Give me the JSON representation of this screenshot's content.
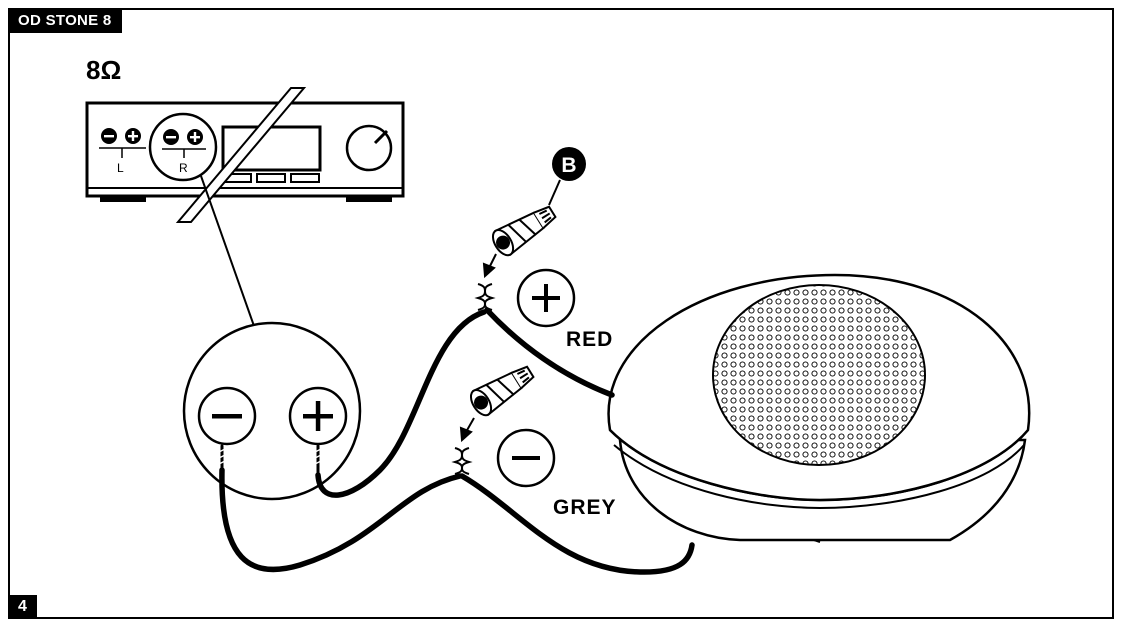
{
  "header": {
    "title": "OD STONE 8"
  },
  "footer": {
    "page_number": "4"
  },
  "impedance": "8Ω",
  "amplifier": {
    "left_label": "L",
    "right_label": "R"
  },
  "callout": {
    "letter": "B"
  },
  "wires": {
    "positive_label": "RED",
    "negative_label": "GREY"
  },
  "colors": {
    "ink": "#000000",
    "background": "#ffffff"
  }
}
